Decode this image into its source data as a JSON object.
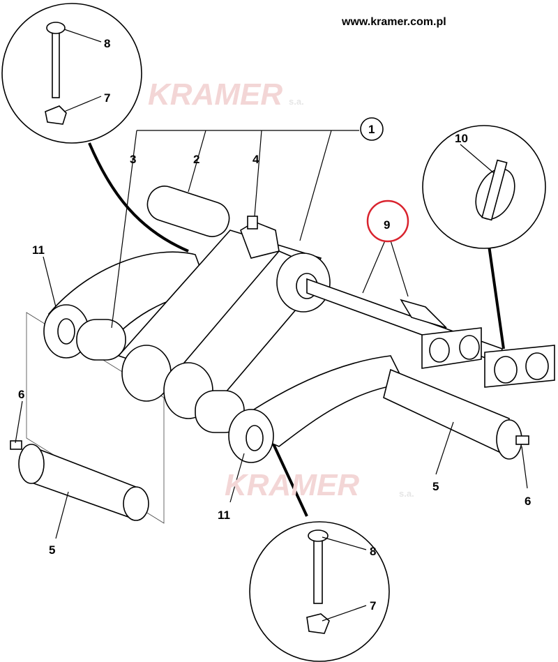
{
  "header": {
    "url": "www.kramer.com.pl"
  },
  "watermark": {
    "brand": "KRAMER",
    "suffix": "s.a."
  },
  "labels": {
    "bolt_top": "8",
    "nut_top": "7",
    "assembly": "1",
    "bushing_left": "3",
    "bushing_top": "2",
    "grease_top": "4",
    "linch_pin": "10",
    "pin_kit": "9",
    "link_left": "11",
    "grease_left": "6",
    "pin_left": "5",
    "link_bottom": "11",
    "pin_right": "5",
    "grease_right": "6",
    "bolt_bottom": "8",
    "nut_bottom": "7"
  },
  "highlight": {
    "label": "9",
    "color": "#d9232e"
  }
}
